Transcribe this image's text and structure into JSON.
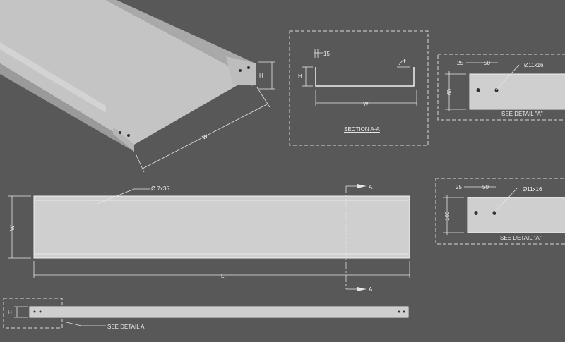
{
  "colors": {
    "background": "#585858",
    "metal": "#cfcfcf"
  },
  "iso_view": {
    "width_label": "W",
    "height_label": "H"
  },
  "section": {
    "title": "SECTION A-A",
    "lip_label": "15",
    "height_label": "H",
    "thickness_label": "T",
    "width_label": "W"
  },
  "detail_1": {
    "dim_a": "25",
    "dim_b": "50",
    "hole_label": "Ø11x16",
    "height_label": "60",
    "caption": "SEE DETAIL \"A\""
  },
  "detail_2": {
    "dim_a": "25",
    "dim_b": "50",
    "hole_label": "Ø11x16",
    "height_label": "100",
    "caption": "SEE DETAIL \"A\""
  },
  "plan_view": {
    "hole_label": "Ø 7x35",
    "width_label": "W",
    "length_label": "L",
    "section_mark_top": "A",
    "section_mark_bottom": "A"
  },
  "side_view": {
    "height_label": "H",
    "detail_ref": "SEE DETAIL A"
  }
}
